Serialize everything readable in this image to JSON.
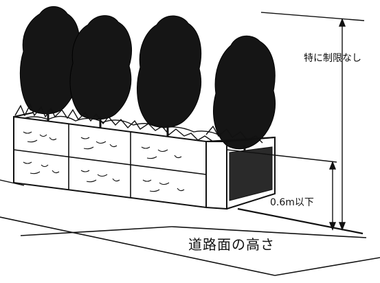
{
  "labels": {
    "no_limit": "特に制限なし",
    "height_limit": "0.6m以下",
    "road_level": "道路面の高さ"
  },
  "colors": {
    "ink": "#111111",
    "background": "#ffffff"
  }
}
